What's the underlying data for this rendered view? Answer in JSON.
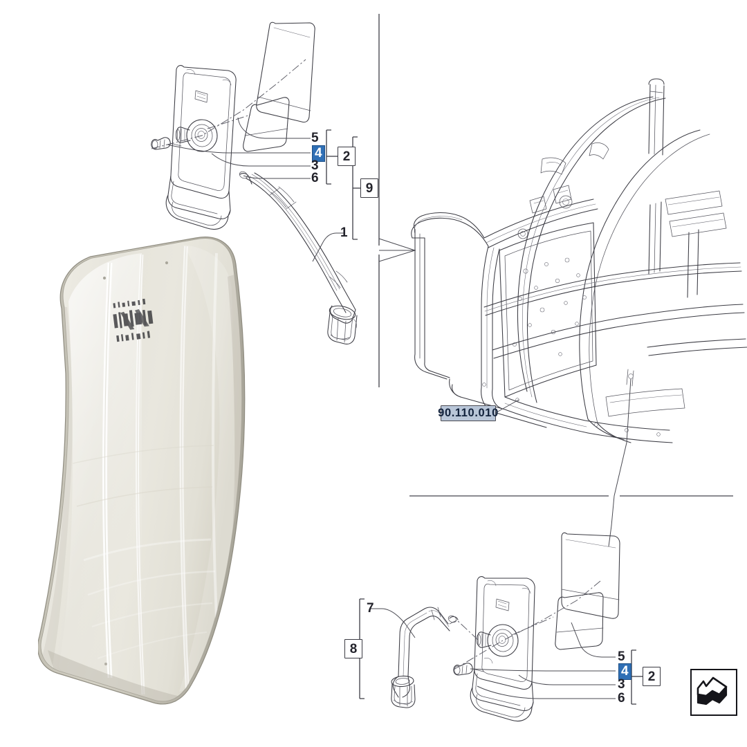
{
  "document": {
    "type": "parts-catalog-exploded-diagram",
    "subject": "Rear view mirror assembly and cab frame mounting",
    "reference_tag": "90.110.010"
  },
  "reference": {
    "label": "90.110.010"
  },
  "callouts": {
    "top_assembly": [
      {
        "id": "c5-top",
        "number": "5",
        "highlighted": false
      },
      {
        "id": "c4-top",
        "number": "4",
        "highlighted": true
      },
      {
        "id": "c3-top",
        "number": "3",
        "highlighted": false
      },
      {
        "id": "c6-top",
        "number": "6",
        "highlighted": false
      },
      {
        "id": "c1-top",
        "number": "1",
        "highlighted": false
      }
    ],
    "bottom_assembly": [
      {
        "id": "c5-bot",
        "number": "5",
        "highlighted": false
      },
      {
        "id": "c4-bot",
        "number": "4",
        "highlighted": true
      },
      {
        "id": "c3-bot",
        "number": "3",
        "highlighted": false
      },
      {
        "id": "c6-bot",
        "number": "6",
        "highlighted": false
      },
      {
        "id": "c7-bot",
        "number": "7",
        "highlighted": false
      }
    ]
  },
  "group_boxes": [
    {
      "id": "g2-top",
      "number": "2"
    },
    {
      "id": "g9",
      "number": "9"
    },
    {
      "id": "g8",
      "number": "8"
    },
    {
      "id": "g2-bot",
      "number": "2"
    }
  ],
  "icons": {
    "orientation": "view-direction-arrow-icon"
  },
  "colors": {
    "highlight_blue": "#2f6fb5",
    "reference_tag_bg": "#b9c6d8",
    "reference_tag_text": "#12223c",
    "line": "#3a3a42",
    "mirror_glass": "#e9e7df",
    "mirror_glass_shadow": "#cfccc1",
    "page_background": "#ffffff"
  },
  "photo": {
    "name": "mirror-glass-product-photo",
    "description": "Curved rear view mirror glass panel, cream colored",
    "stamp_text": ""
  }
}
